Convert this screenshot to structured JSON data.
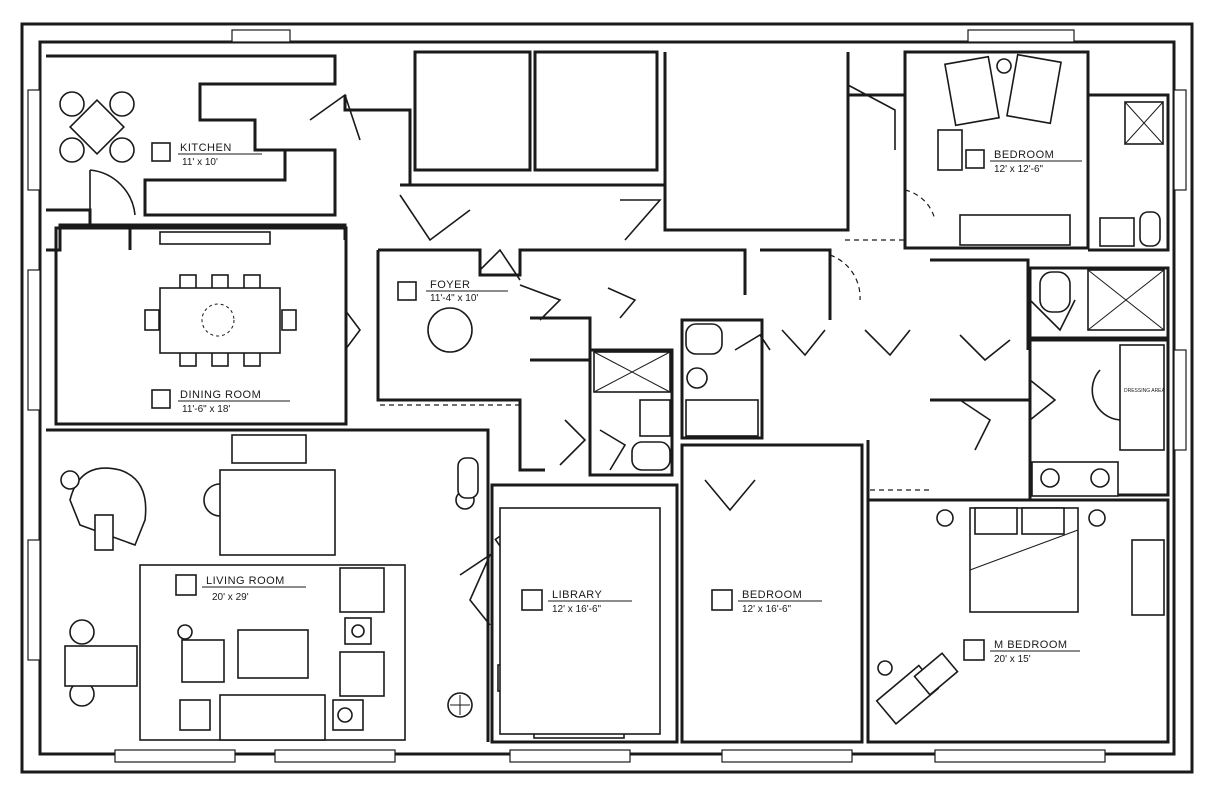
{
  "rooms": {
    "kitchen": {
      "name": "KITCHEN",
      "dims": "11' x 10'"
    },
    "dining": {
      "name": "DINING ROOM",
      "dims": "11'-6\" x 18'"
    },
    "foyer": {
      "name": "FOYER",
      "dims": "11'-4\" x 10'"
    },
    "bedroom_ne": {
      "name": "BEDROOM",
      "dims": "12' x 12'-6\""
    },
    "living": {
      "name": "LIVING ROOM",
      "dims": "20' x 29'"
    },
    "library": {
      "name": "LIBRARY",
      "dims": "12' x 16'-6\""
    },
    "bedroom_c": {
      "name": "BEDROOM",
      "dims": "12' x 16'-6\""
    },
    "master": {
      "name": "M BEDROOM",
      "dims": "20' x 15'"
    }
  },
  "small_label": "DRESSING AREA",
  "colors": {
    "ink": "#1a1a1a",
    "paper": "#ffffff"
  }
}
